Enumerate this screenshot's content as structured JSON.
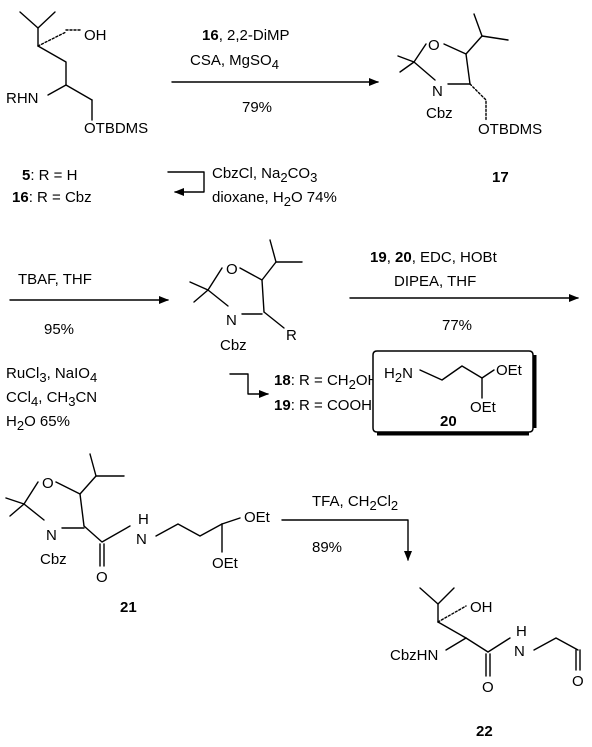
{
  "compounds": {
    "c5_16": {
      "oh": "OH",
      "rhn": "RHN",
      "otbdms": "OTBDMS",
      "caption_line1": [
        "5",
        ": R = H"
      ],
      "caption_line2": [
        "16",
        ": R = Cbz"
      ]
    },
    "c17": {
      "o": "O",
      "n": "N",
      "cbz": "Cbz",
      "otbdms": "OTBDMS",
      "number": "17"
    },
    "c18_19": {
      "o": "O",
      "n": "N",
      "cbz": "Cbz",
      "r": "R",
      "caption_line1": [
        "18",
        ": R = CH",
        "2",
        "OH"
      ],
      "caption_line2": [
        "19",
        ": R = COOH"
      ]
    },
    "c20": {
      "h2n": [
        "H",
        "2",
        "N"
      ],
      "oet1": "OEt",
      "oet2": "OEt",
      "number": "20"
    },
    "c21": {
      "o": "O",
      "n": "N",
      "cbz": "Cbz",
      "h": "H",
      "nh": "N",
      "o2": "O",
      "oet1": "OEt",
      "oet2": "OEt",
      "number": "21"
    },
    "c22": {
      "oh": "OH",
      "cbzhn": "CbzHN",
      "h": "H",
      "nh": "N",
      "o1": "O",
      "o2": "O",
      "number": "22"
    }
  },
  "arrows": {
    "a1": {
      "line1": [
        "16",
        ", 2,2-DiMP"
      ],
      "line2": "CSA, MgSO",
      "line2_sub": "4",
      "yield": "79%"
    },
    "a2": {
      "line1": "CbzCl, Na",
      "line1_sub": "2",
      "line1_end": "CO",
      "line1_sub2": "3",
      "line2": "dioxane, H",
      "line2_sub": "2",
      "line2_end": "O  74%"
    },
    "a3": {
      "line1": "TBAF, THF",
      "yield": "95%"
    },
    "a4": {
      "line1": [
        "19",
        ", ",
        "20",
        ", EDC, HOBt"
      ],
      "line2": "DIPEA, THF",
      "yield": "77%"
    },
    "a5": {
      "line1": "RuCl",
      "line1_sub": "3",
      "line1_end": ", NaIO",
      "line1_sub2": "4",
      "line2": "CCl",
      "line2_sub": "4",
      "line2_mid": ", CH",
      "line2_sub2": "3",
      "line2_end": "CN",
      "line3": "H",
      "line3_sub": "2",
      "line3_end": "O    65%"
    },
    "a6": {
      "line1": "TFA, CH",
      "line1_sub": "2",
      "line1_mid": "Cl",
      "line1_sub2": "2",
      "yield": "89%"
    }
  }
}
